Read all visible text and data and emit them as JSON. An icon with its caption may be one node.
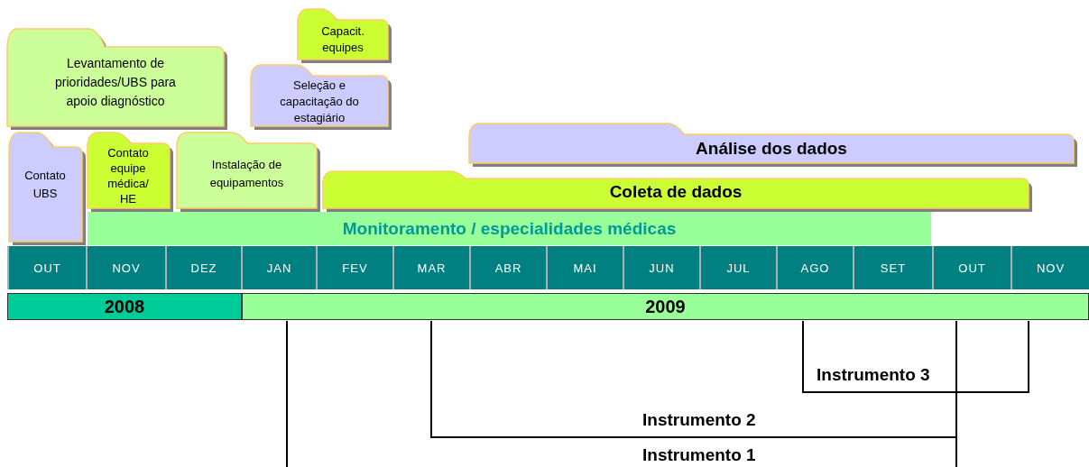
{
  "diagram": {
    "nodes": [
      {
        "text": [
          "Levantamento de prioridades/UBS para apoio diagnóstico"
        ]
      },
      {
        "text": [
          "Capacit. equipes"
        ]
      },
      {
        "text": [
          "Seleção e capacitação do estagiário"
        ]
      },
      {
        "text": [
          "Contato UBS"
        ]
      },
      {
        "text": [
          "Contato equipe médica/ HE"
        ]
      },
      {
        "text": [
          "Instalação de equipamentos"
        ]
      },
      {
        "text": [
          "Análise dos dados"
        ]
      },
      {
        "text": [
          "Coleta de dados"
        ]
      },
      {
        "text": [
          "Monitoramento / especialidades médicas"
        ]
      }
    ],
    "labels": [
      "OUT",
      "NOV",
      "DEZ",
      "JAN",
      "FEV",
      "MAR",
      "ABR",
      "MAI",
      "JUN",
      "JUL",
      "AGO",
      "SET",
      "OUT",
      "NOV",
      "2008",
      "2009",
      "Instrumento 3",
      "Instrumento 2",
      "Instrumento 1"
    ]
  }
}
